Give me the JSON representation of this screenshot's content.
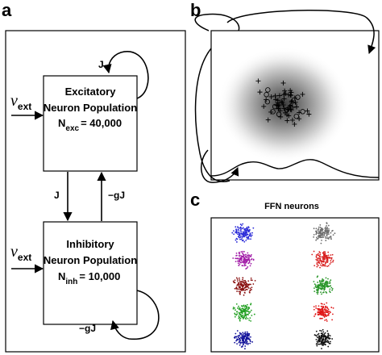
{
  "panels": {
    "a": {
      "letter": "a",
      "excitatory": {
        "line1": "Excitatory",
        "line2": "Neuron Population",
        "count_symbol": "N",
        "count_sub": "exc",
        "count_value": "= 40,000"
      },
      "inhibitory": {
        "line1": "Inhibitory",
        "line2": "Neuron Population",
        "count_symbol": "N",
        "count_sub": "inh",
        "count_value": "= 10,000"
      },
      "input_label_symbol": "v",
      "input_label_sub": "ext",
      "edges": {
        "exc_self": "J",
        "exc_to_inh": "J",
        "inh_to_exc": "−gJ",
        "inh_self": "−gJ"
      }
    },
    "b": {
      "letter": "b"
    },
    "c": {
      "letter": "c",
      "title": "FFN neurons",
      "cluster_colors": {
        "left": [
          "#2a2ad8",
          "#a21ea8",
          "#8a1212",
          "#22a022",
          "#12129a"
        ],
        "right": [
          "#6e6e6e",
          "#d82020",
          "#2a962a",
          "#e01818",
          "#101010"
        ]
      }
    }
  },
  "colors": {
    "line": "#000000",
    "background": "#ffffff"
  }
}
